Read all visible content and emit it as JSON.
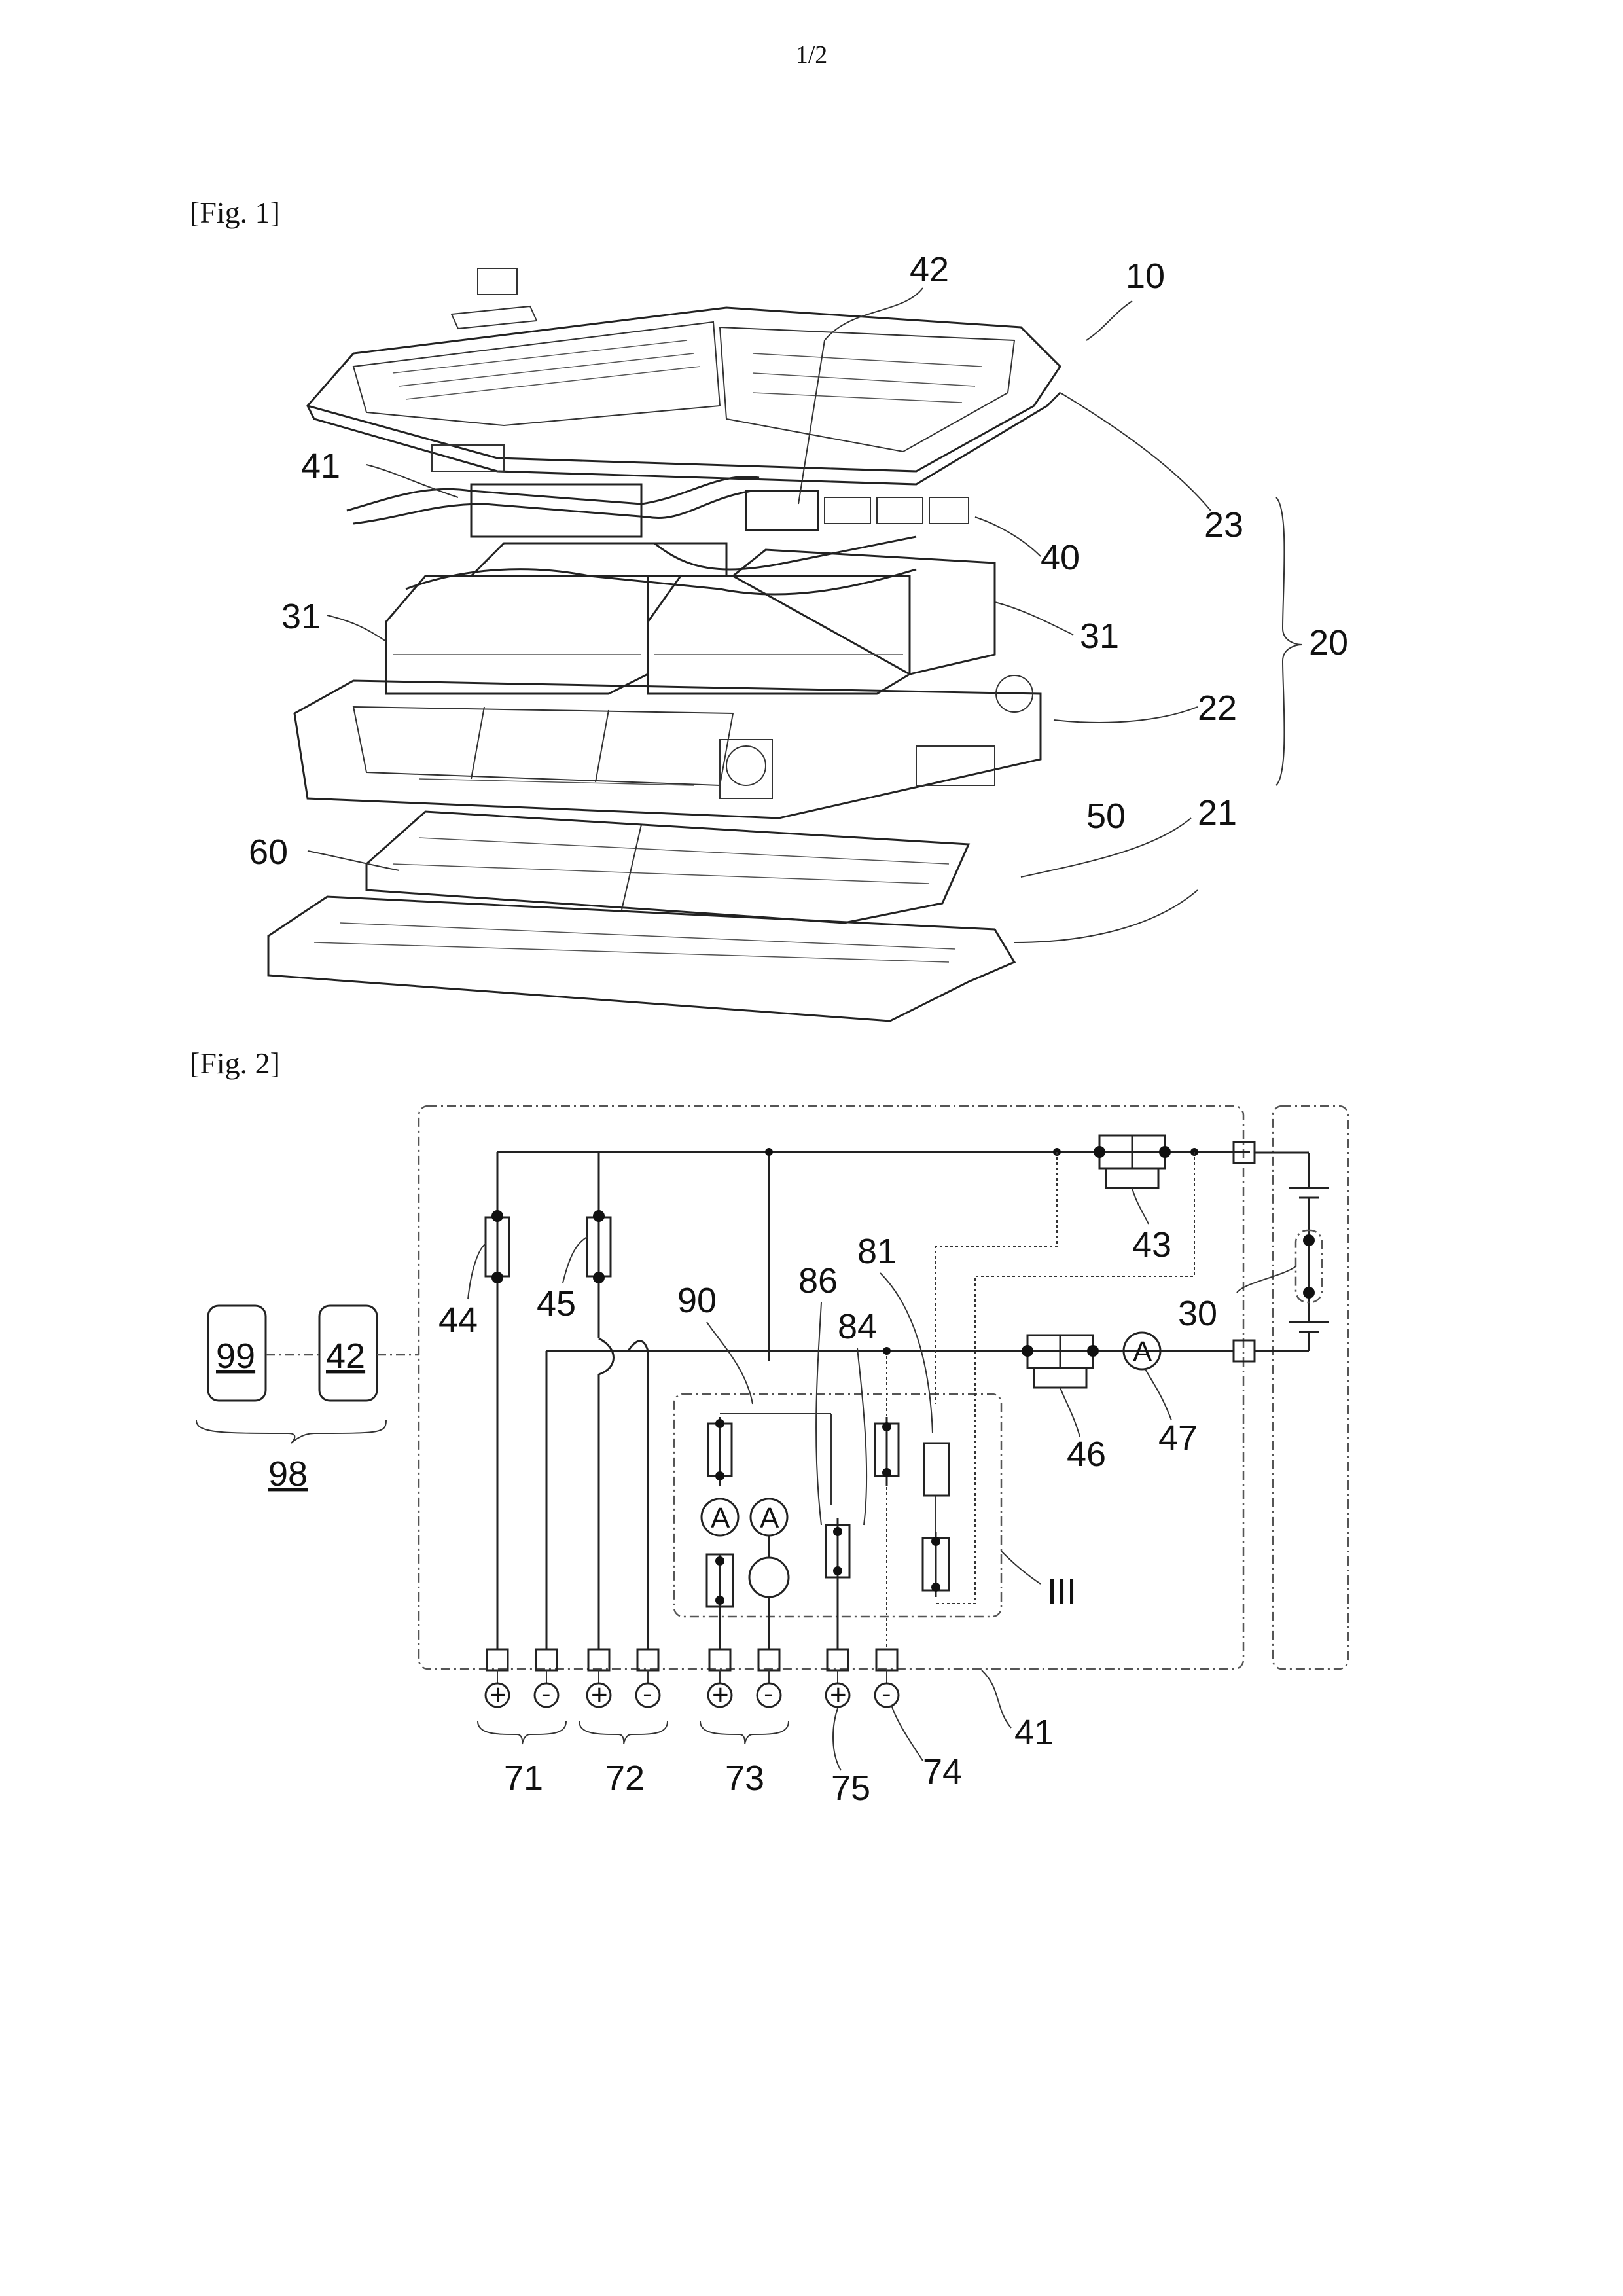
{
  "page": {
    "number": "1/2"
  },
  "fig1": {
    "label": "[Fig. 1]",
    "refs": {
      "r10": "10",
      "r42": "42",
      "r41": "41",
      "r23": "23",
      "r40": "40",
      "r31a": "31",
      "r31b": "31",
      "r20": "20",
      "r22": "22",
      "r21": "21",
      "r50": "50",
      "r60": "60"
    }
  },
  "fig2": {
    "label": "[Fig. 2]",
    "refs": {
      "r99": "99",
      "r42": "42",
      "r98": "98",
      "r44": "44",
      "r45": "45",
      "r90": "90",
      "r86": "86",
      "r81": "81",
      "r84": "84",
      "r43": "43",
      "r30": "30",
      "r46": "46",
      "r47": "47",
      "rIII": "III",
      "r71": "71",
      "r72": "72",
      "r73": "73",
      "r75": "75",
      "r74": "74",
      "r41": "41"
    },
    "ammeter_symbol": "A",
    "plus": "+",
    "minus": "-"
  }
}
